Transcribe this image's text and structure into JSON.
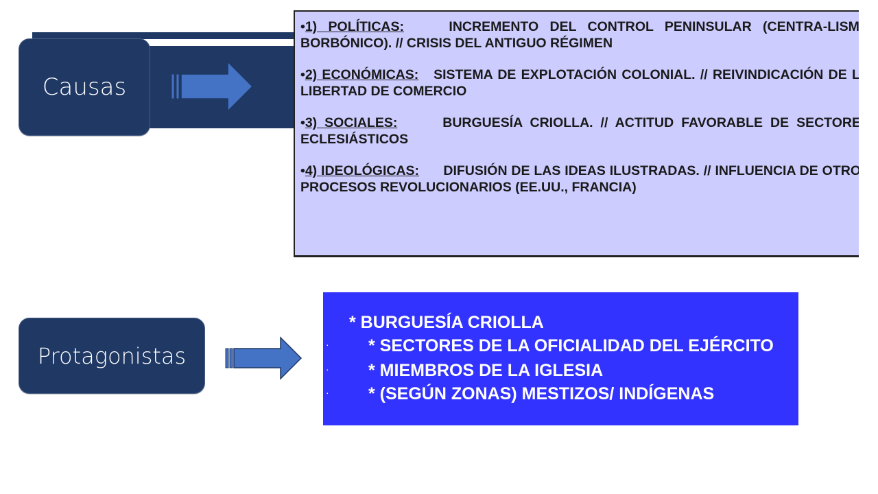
{
  "labels": {
    "causas": "Causas",
    "protagonistas": "Protagonistas"
  },
  "causes": [
    {
      "bullet": "•",
      "heading": "1) POLÍTICAS:",
      "text": "INCREMENTO DEL CONTROL PENINSULAR (CENTRA-LISMO BORBÓNICO). // CRISIS DEL ANTIGUO RÉGIMEN"
    },
    {
      "bullet": "•",
      "heading": "2) ECONÓMICAS:",
      "text": "SISTEMA DE EXPLOTACIÓN COLONIAL. // REIVINDICACIÓN DE LA LIBERTAD DE COMERCIO"
    },
    {
      "bullet": "•",
      "heading": "3) SOCIALES:",
      "text": "BURGUESÍA CRIOLLA. // ACTITUD FAVORABLE DE SECTORES ECLESIÁSTICOS"
    },
    {
      "bullet": "•",
      "heading": "4) IDEOLÓGICAS:",
      "text": "DIFUSIÓN DE LAS IDEAS ILUSTRADAS. // INFLUENCIA DE OTROS PROCESOS REVOLUCIONARIOS (EE.UU., FRANCIA)"
    }
  ],
  "protagonists": [
    "* BURGUESÍA CRIOLLA",
    "* SECTORES DE LA OFICIALIDAD DEL EJÉRCITO",
    "* MIEMBROS DE LA IGLESIA",
    "* (SEGÚN ZONAS) MESTIZOS/ INDÍGENAS"
  ],
  "protagonist_dots": [
    "·",
    "·",
    "·"
  ],
  "colors": {
    "dark_navy": "#1f3864",
    "arrow_blue": "#4472c4",
    "causes_bg": "#ccccff",
    "actors_bg": "#3333ff"
  },
  "icons": [
    "right-arrow-icon"
  ]
}
